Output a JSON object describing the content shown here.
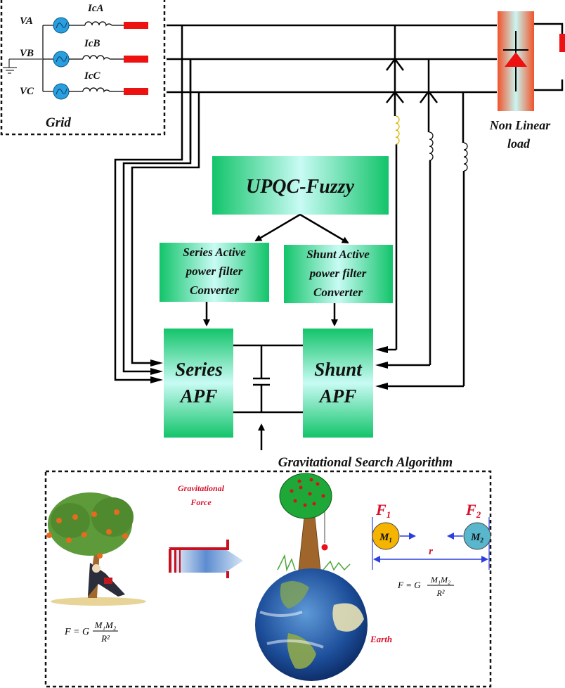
{
  "grid": {
    "title": "Grid",
    "phases": [
      {
        "voltage": "VA",
        "current": "IcA"
      },
      {
        "voltage": "VB",
        "current": "IcB"
      },
      {
        "voltage": "VC",
        "current": "IcC"
      }
    ]
  },
  "load": {
    "line1": "Non Linear",
    "line2": "load"
  },
  "controller": {
    "label": "UPQC-Fuzzy"
  },
  "series_converter": {
    "line1": "Series Active",
    "line2": "power filter",
    "line3": "Converter"
  },
  "shunt_converter": {
    "line1": "Shunt Active",
    "line2": "power filter",
    "line3": "Converter"
  },
  "series_apf": {
    "line1": "Series",
    "line2": "APF"
  },
  "shunt_apf": {
    "line1": "Shunt",
    "line2": "APF"
  },
  "algorithm": {
    "label": "Gravitational Search Algorithm"
  },
  "gsa_panel": {
    "force_label_1": "Gravitational",
    "force_label_2": "Force",
    "formula_f": "F = G",
    "formula_num": "M₁M₂",
    "formula_den": "R²",
    "earth_label": "Earth",
    "f1_label": "F",
    "f1_sub": "1",
    "f2_label": "F",
    "f2_sub": "2",
    "m1_label": "M",
    "m1_sub": "1",
    "m2_label": "M",
    "m2_sub": "2",
    "distance_label": "r"
  },
  "colors": {
    "block_green": "#12c46a",
    "block_center": "#c8fbf4",
    "source_blue": "#2a9fe0",
    "terminal_red": "#ee1111",
    "load_orange": "#f0532a",
    "label_red": "#d8102a",
    "vector_blue": "#2b3fe0",
    "m1_fill": "#f5b400",
    "m2_fill": "#58b7cc"
  }
}
